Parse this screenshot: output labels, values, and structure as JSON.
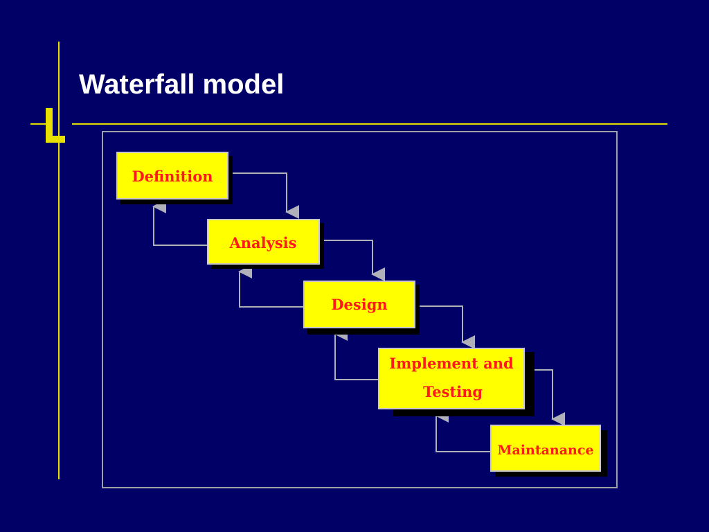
{
  "slide": {
    "title": "Waterfall model"
  },
  "diagram": {
    "stages": [
      {
        "id": "definition",
        "lines": [
          "Definition"
        ]
      },
      {
        "id": "analysis",
        "lines": [
          "Analysis"
        ]
      },
      {
        "id": "design",
        "lines": [
          "Design"
        ]
      },
      {
        "id": "implement-testing",
        "lines": [
          "Implement and",
          "Testing"
        ]
      },
      {
        "id": "maintanance",
        "lines": [
          "Maintanance"
        ]
      }
    ],
    "flow": "forward arrows down to the next stage, feedback arrows up to the previous stage",
    "colors": {
      "background": "#000066",
      "accent_line": "#e8e000",
      "box_fill": "#ffff00",
      "box_text": "#ff1a1a",
      "connector": "#b0b0b8"
    }
  }
}
